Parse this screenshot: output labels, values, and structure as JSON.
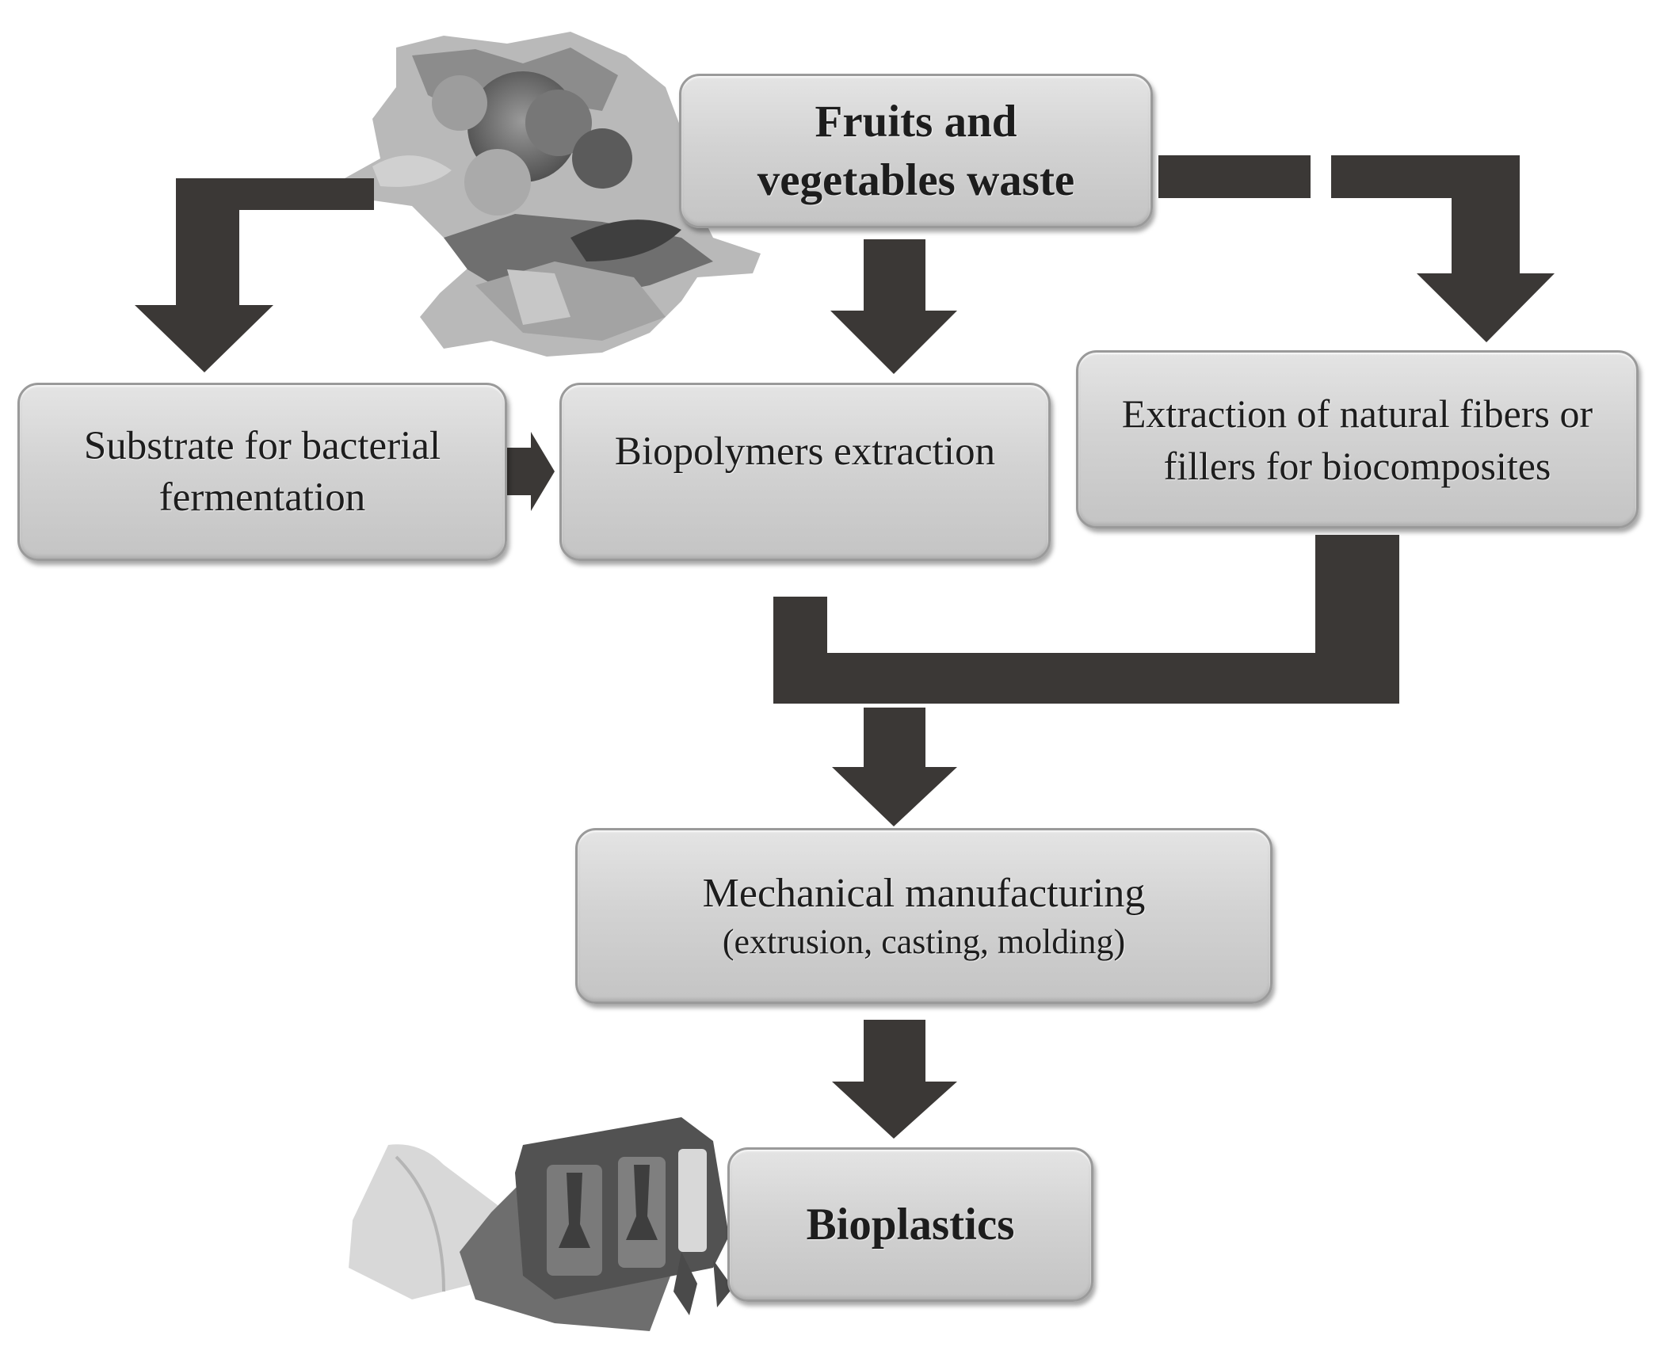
{
  "diagram": {
    "source": {
      "line1": "Fruits and",
      "line2": "vegetables  waste"
    },
    "routes": {
      "bacterial": {
        "line1": "Substrate for bacterial",
        "line2": "fermentation"
      },
      "biopolymers": {
        "line1": "Biopolymers extraction"
      },
      "fibers": {
        "line1": "Extraction of natural fibers or",
        "line2": "fillers for biocomposites"
      }
    },
    "manufacturing": {
      "line1": "Mechanical manufacturing",
      "line2": "(extrusion, casting, molding)"
    },
    "product": {
      "line1": "Bioplastics"
    },
    "colors": {
      "arrow": "#3b3836",
      "box_fill": "#d3d3d3",
      "box_border": "#9a9a9a",
      "text": "#1d1d1d"
    },
    "icons": [
      "fruit-vegetable-waste-photo",
      "bioplastic-samples-photo"
    ]
  }
}
